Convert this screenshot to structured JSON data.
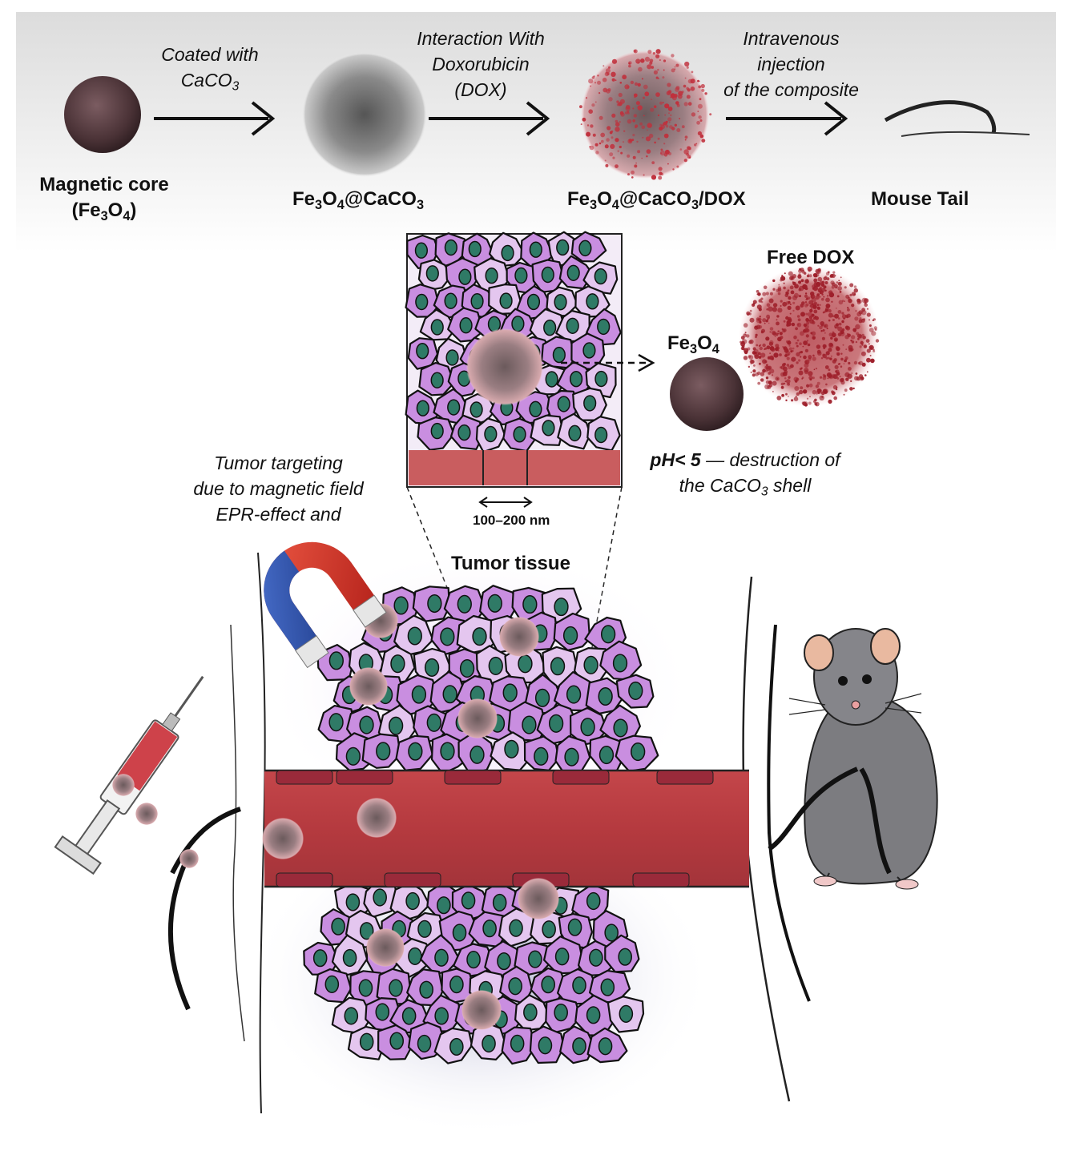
{
  "steps": {
    "core": {
      "label_line1": "Magnetic core",
      "label_line2_pre": "(Fe",
      "sub3": "3",
      "mid": "O",
      "sub4": "4",
      "post": ")"
    },
    "coated": {
      "pre": "Fe",
      "sub3": "3",
      "mid": "O",
      "sub4": "4",
      "post": "@CaCO",
      "sub3b": "3"
    },
    "loaded": {
      "pre": "Fe",
      "sub3": "3",
      "mid": "O",
      "sub4": "4",
      "post": "@CaCO",
      "sub3b": "3",
      "end": "/DOX"
    },
    "tail": {
      "label": "Mouse Tail"
    }
  },
  "arrows": {
    "a1_line1": "Coated with",
    "a1_line2": "CaCO",
    "a1_sub": "3",
    "a2_line1": "Interaction With",
    "a2_line2": "Doxorubicin",
    "a2_line3": "(DOX)",
    "a3_line1": "Intravenous",
    "a3_line2": "injection",
    "a3_line3": "of the composite"
  },
  "inset": {
    "scale": "100–200 nm",
    "fe3o4_pre": "Fe",
    "fe3o4_sub3": "3",
    "fe3o4_mid": "O",
    "fe3o4_sub4": "4",
    "free_dox": "Free DOX",
    "ph_bold": "pH< 5",
    "ph_rest": " — destruction of",
    "ph_line2_pre": "the CaCO",
    "ph_line2_sub": "3",
    "ph_line2_post": " shell"
  },
  "targeting": {
    "line1": "Tumor targeting",
    "line2": "due to  magnetic field",
    "line3": "EPR-effect and"
  },
  "tumor_tissue": "Tumor tissue",
  "colors": {
    "core": "#4a3236",
    "shell": "#8a8a8a",
    "dox": "#c0303c",
    "cell_fill": "#c98ee0",
    "nucleus": "#2f7a66",
    "vessel": "#b33a3e",
    "magnet_red": "#d8352a",
    "magnet_blue": "#2d54b0",
    "mouse": "#7c7c80"
  }
}
